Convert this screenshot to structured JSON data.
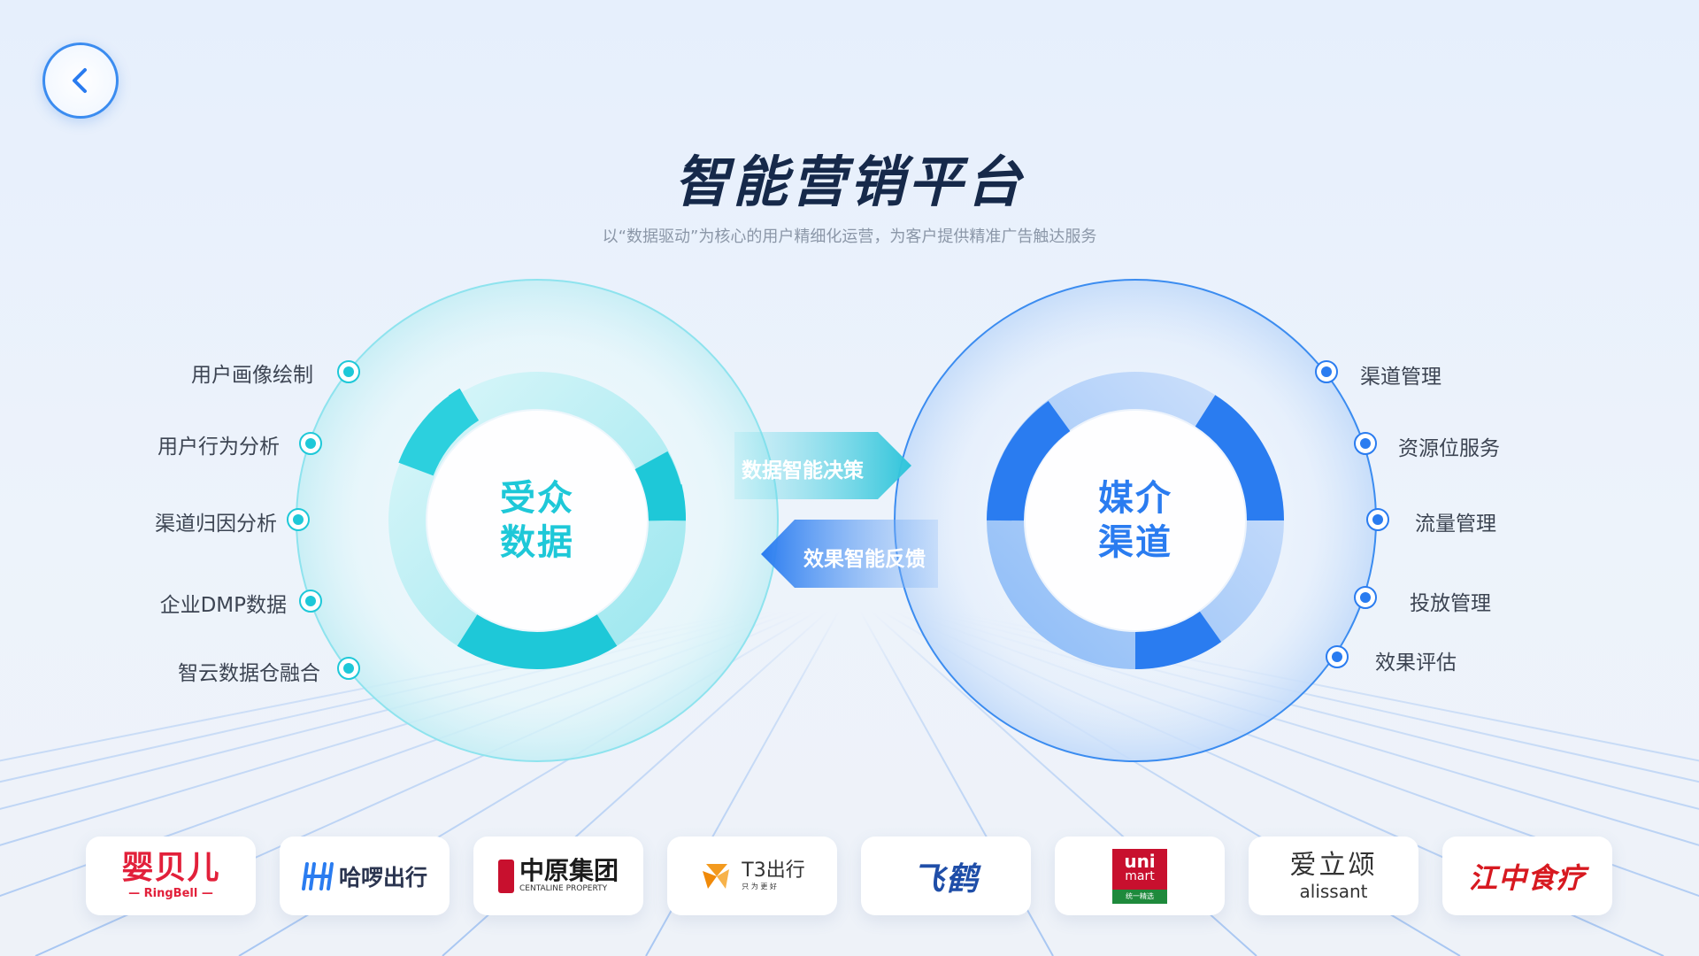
{
  "header": {
    "title": "智能营销平台",
    "subtitle": "以“数据驱动”为核心的用户精细化运营，为客户提供精准广告触达服务"
  },
  "left_hub": {
    "line1": "受众",
    "line2": "数据",
    "items": [
      "用户画像绘制",
      "用户行为分析",
      "渠道归因分析",
      "企业DMP数据",
      "智云数据仓融合"
    ]
  },
  "right_hub": {
    "line1": "媒介",
    "line2": "渠道",
    "items": [
      "渠道管理",
      "资源位服务",
      "流量管理",
      "投放管理",
      "效果评估"
    ]
  },
  "flows": {
    "forward": "数据智能决策",
    "backward": "效果智能反馈"
  },
  "logos": {
    "yingbeier": {
      "cn": "婴贝儿",
      "en": "RingBell"
    },
    "haluo": {
      "cn": "哈啰出行"
    },
    "centaline": {
      "cn": "中原集团",
      "en": "CENTALINE PROPERTY"
    },
    "t3": {
      "cn": "T3出行",
      "tag": "只 为 更 好"
    },
    "feihe": {
      "cn": "飞鹤"
    },
    "unimart": {
      "line1": "uni",
      "line2": "mart",
      "tag": "统一精选"
    },
    "alissant": {
      "cn": "爱立颂",
      "en": "alissant"
    },
    "jiangzhong": {
      "cn": "江中食疗"
    }
  },
  "colors": {
    "title": "#16294a",
    "cyan": "#1ec8d8",
    "blue": "#2a7cf0",
    "accent_blue": "#3b8cf0"
  },
  "icons": {
    "back": "chevron-left-icon"
  }
}
